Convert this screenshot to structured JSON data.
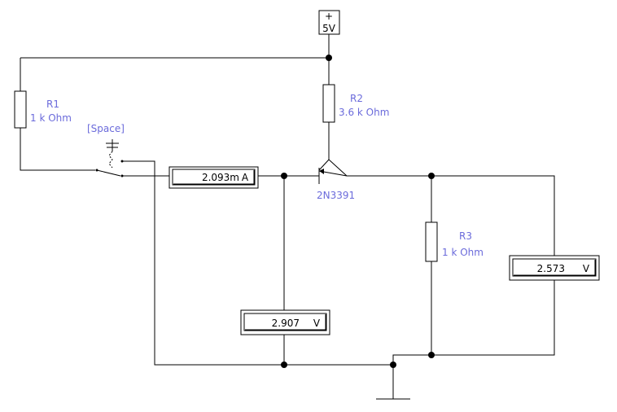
{
  "components": {
    "source": {
      "sign": "+",
      "value": "5V"
    },
    "r1": {
      "name": "R1",
      "value": "1 k Ohm"
    },
    "r2": {
      "name": "R2",
      "value": "3.6 k Ohm"
    },
    "r3": {
      "name": "R3",
      "value": "1 k Ohm"
    },
    "transistor": {
      "name": "2N3391"
    },
    "switch": {
      "key": "[Space]"
    }
  },
  "meters": {
    "ammeter": {
      "reading": "2.093m",
      "unit": "A"
    },
    "voltmeter_base": {
      "reading": "2.907",
      "unit": "V"
    },
    "voltmeter_r3": {
      "reading": "2.573",
      "unit": "V"
    }
  },
  "colors": {
    "wire": "#000000",
    "label": "#6b6bdb",
    "background": "#ffffff"
  }
}
